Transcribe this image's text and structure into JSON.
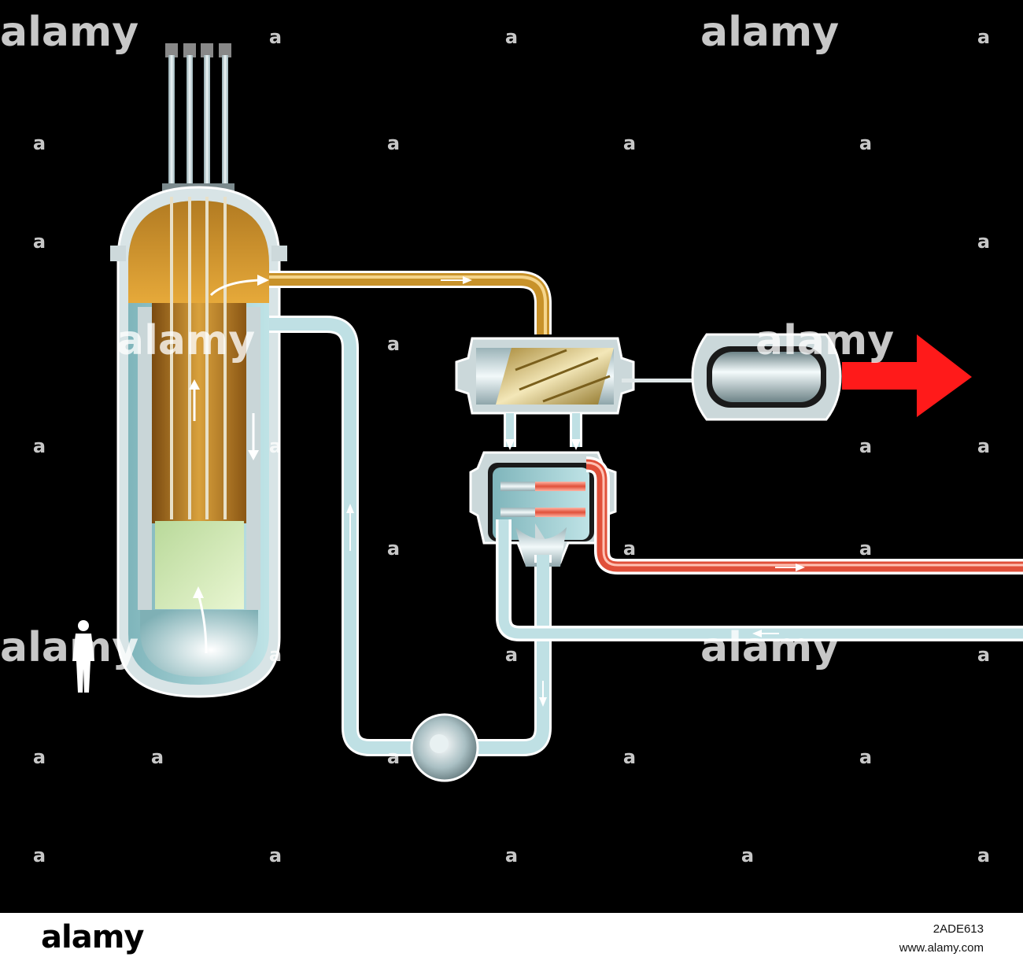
{
  "watermark": {
    "word": "alamy",
    "glyph": "a"
  },
  "footer": {
    "logo": "alamy",
    "image_id": "2ADE613",
    "url": "www.alamy.com"
  },
  "colors": {
    "background": "#000000",
    "coolant_hot": "#c8922a",
    "coolant_cold": "#bfe0e4",
    "condenser_loop": "#e0503a",
    "output_arrow": "#ff1a1a",
    "core": "#cfe8b0"
  }
}
